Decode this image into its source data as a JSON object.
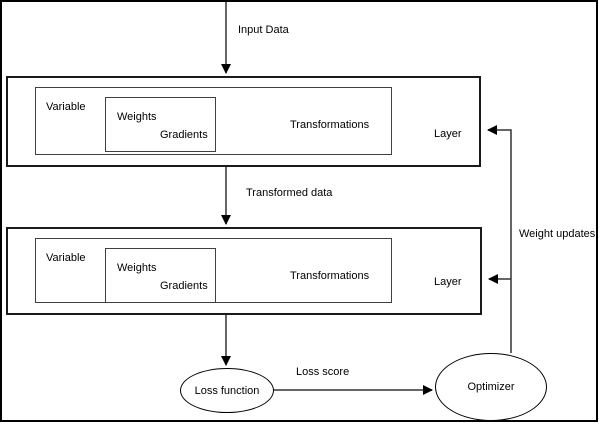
{
  "diagram": {
    "edges": {
      "input_data": "Input Data",
      "transformed_data": "Transformed data",
      "loss_score": "Loss score",
      "weight_updates": "Weight updates"
    },
    "layers": [
      {
        "variable": "Variable",
        "weights": "Weights",
        "gradients": "Gradients",
        "transformations": "Transformations",
        "label": "Layer"
      },
      {
        "variable": "Variable",
        "weights": "Weights",
        "gradients": "Gradients",
        "transformations": "Transformations",
        "label": "Layer"
      }
    ],
    "nodes": {
      "loss_function": "Loss function",
      "optimizer": "Optimizer"
    },
    "colors": {
      "stroke": "#000000",
      "background": "#ffffff"
    }
  }
}
